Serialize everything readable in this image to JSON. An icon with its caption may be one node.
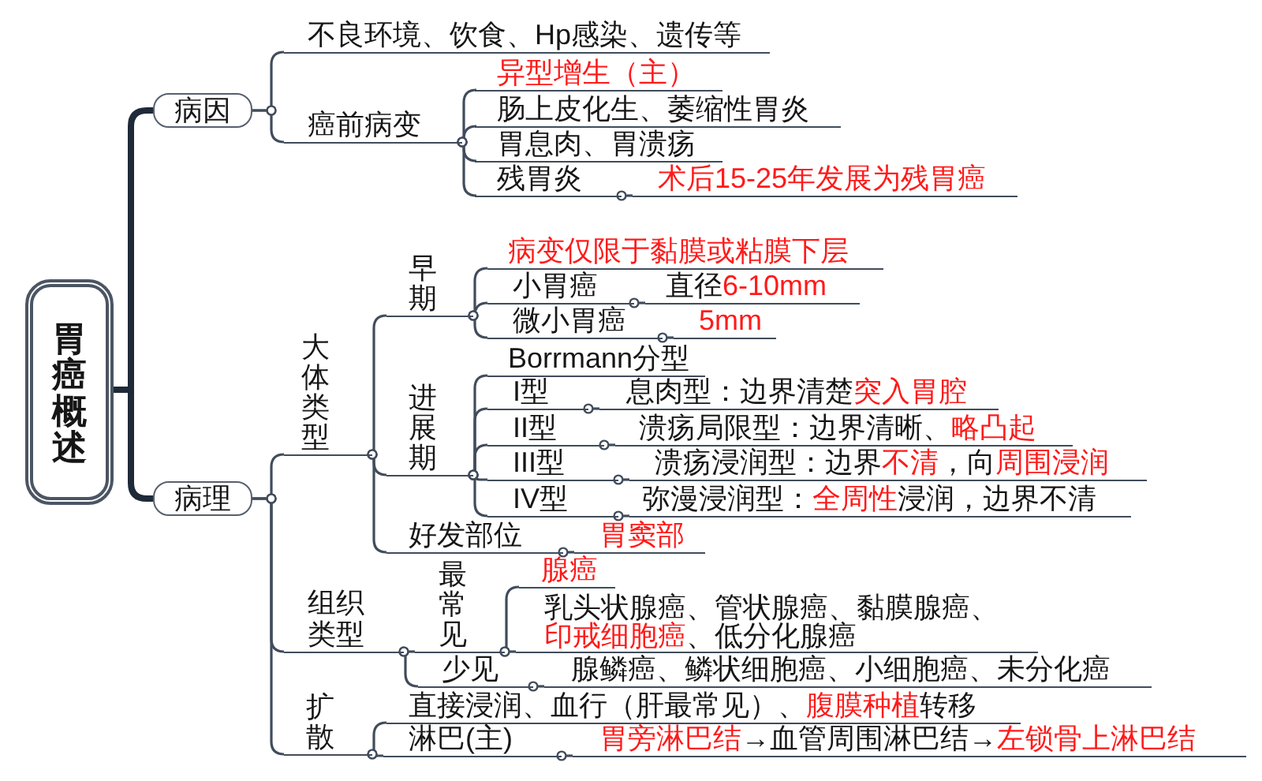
{
  "diagram": {
    "nodes": [
      {
        "text": [
          "胃癌概述"
        ]
      },
      {
        "text": [
          "病因"
        ]
      },
      {
        "text": [
          "不良环境、饮食、Hp感染、遗传等"
        ]
      },
      {
        "text": [
          "癌前病变"
        ]
      },
      {
        "text": [
          "异型增生（主）"
        ]
      },
      {
        "text": [
          "肠上皮化生、萎缩性胃炎"
        ]
      },
      {
        "text": [
          "胃息肉、胃溃疡"
        ]
      },
      {
        "text": [
          "残胃炎"
        ]
      },
      {
        "text": [
          "术后15-25年发展为残胃癌"
        ]
      },
      {
        "text": [
          "病理"
        ]
      },
      {
        "text": [
          "大体类型"
        ]
      },
      {
        "text": [
          "早期"
        ]
      },
      {
        "text": [
          "病变仅限于黏膜或粘膜下层"
        ]
      },
      {
        "text": [
          "小胃癌"
        ]
      },
      {
        "text": [
          "直径6-10mm"
        ]
      },
      {
        "text": [
          "微小胃癌"
        ]
      },
      {
        "text": [
          "5mm"
        ]
      },
      {
        "text": [
          "进展期"
        ]
      },
      {
        "text": [
          "Borrmann分型"
        ]
      },
      {
        "text": [
          "I型"
        ]
      },
      {
        "text": [
          "息肉型：边界清楚突入胃腔"
        ]
      },
      {
        "text": [
          "II型"
        ]
      },
      {
        "text": [
          "溃疡局限型：边界清晰、略凸起"
        ]
      },
      {
        "text": [
          "III型"
        ]
      },
      {
        "text": [
          "溃疡浸润型：边界不清，向周围浸润"
        ]
      },
      {
        "text": [
          "IV型"
        ]
      },
      {
        "text": [
          "弥漫浸润型：全周性浸润，边界不清"
        ]
      },
      {
        "text": [
          "好发部位"
        ]
      },
      {
        "text": [
          "胃窦部"
        ]
      },
      {
        "text": [
          "组织类型"
        ]
      },
      {
        "text": [
          "最常见"
        ]
      },
      {
        "text": [
          "腺癌"
        ]
      },
      {
        "text": [
          "乳头状腺癌、管状腺癌、黏膜腺癌、印戒细胞癌、低分化腺癌"
        ]
      },
      {
        "text": [
          "少见"
        ]
      },
      {
        "text": [
          "腺鳞癌、鳞状细胞癌、小细胞癌、未分化癌"
        ]
      },
      {
        "text": [
          "扩散"
        ]
      },
      {
        "text": [
          "直接浸润、血行（肝最常见）、腹膜种植转移"
        ]
      },
      {
        "text": [
          "淋巴(主)"
        ]
      },
      {
        "text": [
          "胃旁淋巴结→血管周围淋巴结→左锁骨上淋巴结"
        ]
      }
    ],
    "edges": [
      {
        "from": 0,
        "to": 1,
        "arrow": "none",
        "style": "thick"
      },
      {
        "from": 0,
        "to": 9,
        "arrow": "none",
        "style": "thick"
      },
      {
        "from": 1,
        "to": 2,
        "arrow": "other"
      },
      {
        "from": 1,
        "to": 3,
        "arrow": "other"
      },
      {
        "from": 3,
        "to": 4,
        "arrow": "other"
      },
      {
        "from": 3,
        "to": 5,
        "arrow": "other"
      },
      {
        "from": 3,
        "to": 6,
        "arrow": "other"
      },
      {
        "from": 3,
        "to": 7,
        "arrow": "other"
      },
      {
        "from": 7,
        "to": 8,
        "arrow": "other"
      },
      {
        "from": 9,
        "to": 10,
        "arrow": "other"
      },
      {
        "from": 9,
        "to": 29,
        "arrow": "other"
      },
      {
        "from": 9,
        "to": 35,
        "arrow": "other"
      },
      {
        "from": 10,
        "to": 11,
        "arrow": "other"
      },
      {
        "from": 10,
        "to": 17,
        "arrow": "other"
      },
      {
        "from": 10,
        "to": 27,
        "arrow": "other"
      },
      {
        "from": 11,
        "to": 12,
        "arrow": "other"
      },
      {
        "from": 11,
        "to": 13,
        "arrow": "other"
      },
      {
        "from": 11,
        "to": 15,
        "arrow": "other"
      },
      {
        "from": 13,
        "to": 14,
        "arrow": "other"
      },
      {
        "from": 15,
        "to": 16,
        "arrow": "other"
      },
      {
        "from": 17,
        "to": 18,
        "arrow": "other"
      },
      {
        "from": 17,
        "to": 19,
        "arrow": "other"
      },
      {
        "from": 17,
        "to": 21,
        "arrow": "other"
      },
      {
        "from": 17,
        "to": 23,
        "arrow": "other"
      },
      {
        "from": 17,
        "to": 25,
        "arrow": "other"
      },
      {
        "from": 19,
        "to": 20,
        "arrow": "other"
      },
      {
        "from": 21,
        "to": 22,
        "arrow": "other"
      },
      {
        "from": 23,
        "to": 24,
        "arrow": "other"
      },
      {
        "from": 25,
        "to": 26,
        "arrow": "other"
      },
      {
        "from": 27,
        "to": 28,
        "arrow": "other"
      },
      {
        "from": 29,
        "to": 30,
        "arrow": "other"
      },
      {
        "from": 29,
        "to": 33,
        "arrow": "other"
      },
      {
        "from": 30,
        "to": 31,
        "arrow": "other"
      },
      {
        "from": 30,
        "to": 32,
        "arrow": "other"
      },
      {
        "from": 33,
        "to": 34,
        "arrow": "other"
      },
      {
        "from": 35,
        "to": 36,
        "arrow": "other"
      },
      {
        "from": 35,
        "to": 37,
        "arrow": "other"
      },
      {
        "from": 37,
        "to": 38,
        "arrow": "other"
      }
    ]
  }
}
